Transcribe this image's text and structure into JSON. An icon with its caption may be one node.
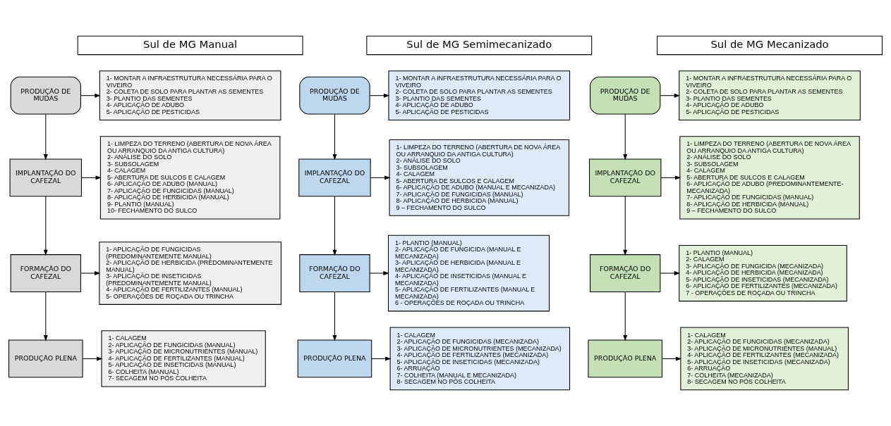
{
  "diagram": {
    "nodes": [
      {
        "text": [
          "Sul de MG Manual"
        ]
      },
      {
        "text": [
          "PRODUÇÃO DE MUDAS"
        ]
      },
      {
        "text": [
          "1- MONTAR A INFRAESTRUTURA NECESSÁRIA PARA O VIVEIRO",
          "2- COLETA DE SOLO PARA PLANTAR AS SEMENTES",
          "3- PLANTIO DAS SEMENTES",
          "4- APLICAÇÃO DE ADUBO",
          "5- APLICAÇÃO DE PESTICIDAS"
        ]
      },
      {
        "text": [
          "IMPLANTAÇÃO DO CAFEZAL"
        ]
      },
      {
        "text": [
          "1- LIMPEZA DO TERRENO (ABERTURA DE NOVA ÁREA OU ARRANQUIO DA ANTIGA CULTURA)",
          "2- ANÁLISE DO SOLO",
          "3- SUBSOLAGEM",
          "4- CALAGEM",
          "5- ABERTURA DE SULCOS E CALAGEM",
          "6- APLICAÇÃO DE ADUBO (MANUAL)",
          "7- APLICAÇÃO DE FUNGICIDAS (MANUAL)",
          "8- APLICAÇÃO DE HERBICIDA (MANUAL)",
          "9- PLANTIO (MANUAL)",
          "10- FECHAMENTO DO SULCO"
        ]
      },
      {
        "text": [
          "FORMAÇÃO DO CAFEZAL"
        ]
      },
      {
        "text": [
          "1- APLICAÇÃO DE FUNGICIDAS (PREDOMINANTEMENTE MANUAL)",
          "2- APLICAÇÃO DE HERBICIDA (PREDOMINANTEMENTE MANUAL)",
          "3- APLICAÇÃO DE INSETICIDAS (PREDOMINANTEMENTE MANUAL)",
          "4- APLICAÇÃO DE FERTILIZANTES (MANUAL)",
          "5- OPERAÇÕES DE ROÇADA OU TRINCHA"
        ]
      },
      {
        "text": [
          "PRODUÇÃO PLENA"
        ]
      },
      {
        "text": [
          "1- CALAGEM",
          "2- APLICAÇÃO DE FUNGICIDAS (MANUAL)",
          "3- APLICAÇÃO DE MICRONUTRIENTES (MANUAL)",
          "4- APLICAÇÃO DE FERTILIZANTES (MANUAL)",
          "5- APLICAÇÃO DE INSETICIDAS (MANUAL)",
          "6- COLHEITA (MANUAL)",
          "7- SECAGEM NO PÓS COLHEITA"
        ]
      },
      {
        "text": [
          "Sul de MG Semimecanizado"
        ]
      },
      {
        "text": [
          "PRODUÇÃO DE MUDAS"
        ]
      },
      {
        "text": [
          "1- MONTAR A INFRAESTRUTURA NECESSÁRIA PARA O VIVEIRO",
          "2- COLETA DE SOLO PARA PLANTAR AS SEMENTES",
          "3- PLANTIO DAS SEMENTES",
          "4- APLICAÇÃO DE ADUBO",
          "5- APLICAÇÃO DE PESTICIDAS"
        ]
      },
      {
        "text": [
          "IMPLANTAÇÃO DO CAFEZAL"
        ]
      },
      {
        "text": [
          "1- LIMPEZA DO TERRENO (ABERTURA DE NOVA ÁREA OU ARRANQUIO DA ANTIGA CULTURA)",
          "2- ANÁLISE DO SOLO",
          "3- SUBSOLAGEM",
          "4- CALAGEM",
          "5- ABERTURA DE SULCOS E CALAGEM",
          "6- APLICAÇÃO DE ADUBO (MANUAL E MECANIZADA)",
          "7- APLICAÇÃO DE FUNGICIDAS (MANUAL)",
          "8- APLICAÇÃO DE HERBICIDA (MANUAL)",
          "9 – FECHAMENTO DO SULCO"
        ]
      },
      {
        "text": [
          "FORMAÇÃO DO CAFEZAL"
        ]
      },
      {
        "text": [
          "1- PLANTIO (MANUAL)",
          "2- APLICAÇÃO DE FUNGICIDA (MANUAL E MECANIZADA)",
          "3- APLICAÇÃO DE HERBICIDA (MANUAL E MECANIZADA)",
          "4- APLICAÇÃO DE INSETICIDAS (MANUAL E MECANIZADA)",
          "5- APLICAÇÃO DE FERTILIZANTES (MANUAL E MECANIZADA)",
          "6 - OPERAÇÕES DE ROÇADA OU TRINCHA"
        ]
      },
      {
        "text": [
          "PRODUÇÃO PLENA"
        ]
      },
      {
        "text": [
          "1- CALAGEM",
          "2- APLICAÇÃO DE FUNGICIDAS (MECANIZADA)",
          "3- APLICAÇÃO DE MICRONUTRIENTES (MECANIZADA)",
          "4- APLICAÇÃO DE FERTILIZANTES (MECANIZADA)",
          "5- APLICAÇÃO DE INSETICIDAS (MECANIZADA)",
          "6- ARRUAÇÃO",
          "7- COLHEITA (MANUAL E MECANIZADA)",
          "8- SECAGEM NO PÓS COLHEITA"
        ]
      },
      {
        "text": [
          "Sul de MG Mecanizado"
        ]
      },
      {
        "text": [
          "PRODUÇÃO DE MUDAS"
        ]
      },
      {
        "text": [
          "1- MONTAR A INFRAESTRUTURA NECESSÁRIA PARA O VIVEIRO",
          "2- COLETA DE SOLO PARA PLANTAR AS SEMENTES",
          "3- PLANTIO DAS SEMENTES",
          "4- APLICAÇÃO DE ADUBO",
          "5- APLICAÇÃO DE PESTICIDAS"
        ]
      },
      {
        "text": [
          "IMPLANTAÇÃO DO CAFEZAL"
        ]
      },
      {
        "text": [
          "1- LIMPEZA DO TERRENO (ABERTURA DE NOVA ÁREA OU ARRANQUIO DA ANTIGA CULTURA)",
          "2- ANÁLISE DO SOLO",
          "3- SUBSOLAGEM",
          "4- CALAGEM",
          "5- ABERTURA DE SULCOS E CALAGEM",
          "6- APLICAÇÃO DE ADUBO (PREDOMINANTEMENTE-MECANIZADA)",
          "7- APLICAÇÃO DE FUNGICIDAS (MANUAL)",
          "8- APLICAÇÃO DE HERBICIDA (MANUAL)",
          "9 – FECHAMENTO DO SULCO"
        ]
      },
      {
        "text": [
          "FORMAÇÃO DO CAFEZAL"
        ]
      },
      {
        "text": [
          "1- PLANTIO (MANUAL)",
          "2- CALAGEM",
          "3- APLICAÇÃO DE FUNGICIDA (MECANIZADA)",
          "4- APLICAÇÃO DE HERBICIDA (MECANIZADA)",
          "5- APLICAÇÃO DE INSETICIDAS (MECANIZADA)",
          "6- APLICAÇÃO DE FERTILIZANTES (MECANIZADA)",
          "7 - OPERAÇÕES DE ROÇADA OU TRINCHA"
        ]
      },
      {
        "text": [
          "PRODUÇÃO PLENA"
        ]
      },
      {
        "text": [
          "1- CALAGEM",
          "2- APLICAÇÃO DE FUNGICIDAS (MECANIZADA)",
          "3- APLICAÇÃO DE MICRONUTRIENTES (MANUAL)",
          "4- APLICAÇÃO DE FERTILIZANTES (MECANIZADA)",
          "5- APLICAÇÃO DE INSETICIDAS (MECANIZADA)",
          "6- ARRUAÇÃO",
          "7- COLHEITA (MECANIZADA)",
          "8- SECAGEM NO PÓS COLHEITA"
        ]
      }
    ],
    "edges": [
      {
        "from": 1,
        "to": 2,
        "arrow": "to"
      },
      {
        "from": 1,
        "to": 3,
        "arrow": "to"
      },
      {
        "from": 3,
        "to": 4,
        "arrow": "to"
      },
      {
        "from": 3,
        "to": 5,
        "arrow": "to"
      },
      {
        "from": 5,
        "to": 6,
        "arrow": "to"
      },
      {
        "from": 5,
        "to": 7,
        "arrow": "to"
      },
      {
        "from": 7,
        "to": 8,
        "arrow": "to"
      },
      {
        "from": 10,
        "to": 11,
        "arrow": "to"
      },
      {
        "from": 10,
        "to": 12,
        "arrow": "to"
      },
      {
        "from": 12,
        "to": 13,
        "arrow": "to"
      },
      {
        "from": 12,
        "to": 14,
        "arrow": "to"
      },
      {
        "from": 14,
        "to": 15,
        "arrow": "to"
      },
      {
        "from": 14,
        "to": 16,
        "arrow": "to"
      },
      {
        "from": 16,
        "to": 17,
        "arrow": "to"
      },
      {
        "from": 19,
        "to": 20,
        "arrow": "to"
      },
      {
        "from": 19,
        "to": 21,
        "arrow": "to"
      },
      {
        "from": 21,
        "to": 22,
        "arrow": "to"
      },
      {
        "from": 21,
        "to": 23,
        "arrow": "to"
      },
      {
        "from": 23,
        "to": 24,
        "arrow": "to"
      },
      {
        "from": 23,
        "to": 25,
        "arrow": "to"
      },
      {
        "from": 25,
        "to": 26,
        "arrow": "to"
      }
    ]
  }
}
